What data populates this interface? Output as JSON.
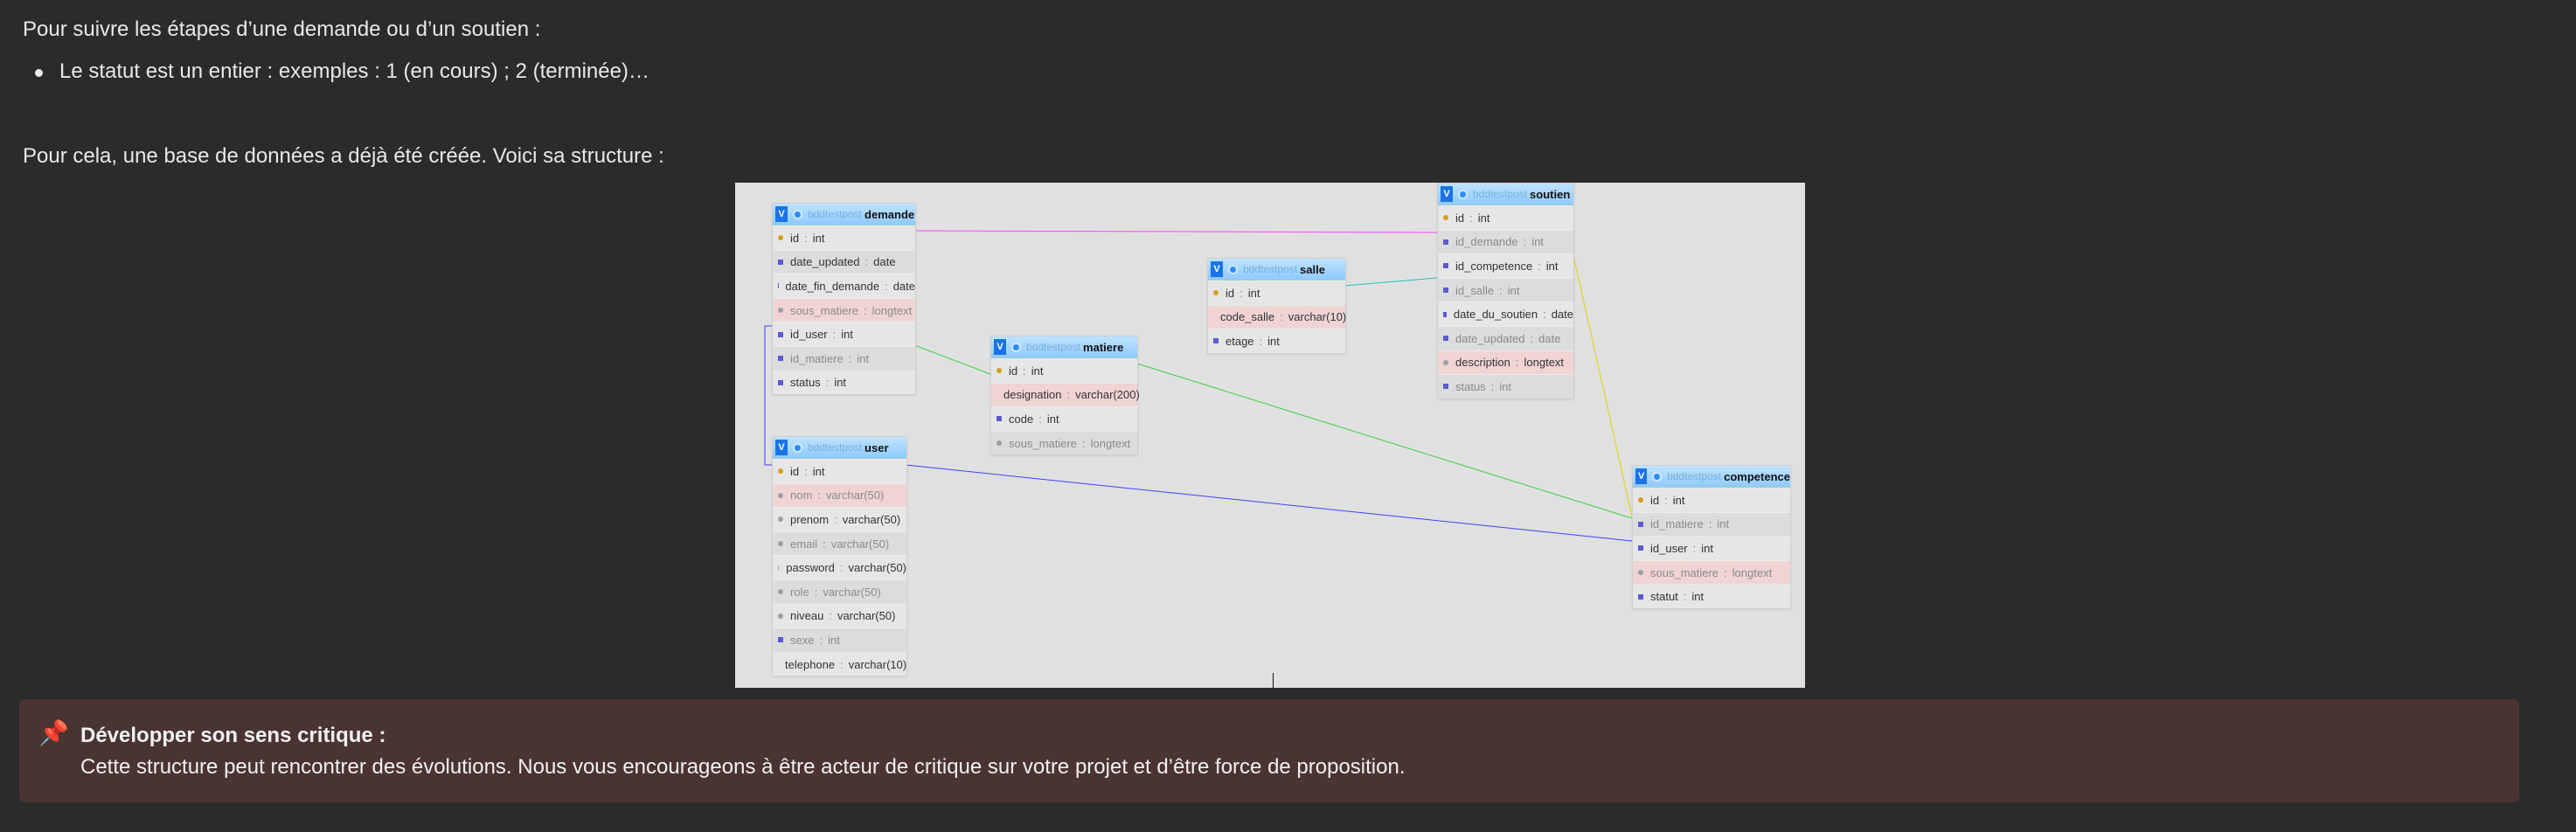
{
  "intro": {
    "p1": "Pour suivre les étapes d’une demande ou d’un soutien :",
    "bullet": "Le statut est un entier : exemples : 1 (en cours) ; 2 (terminée)…",
    "p2": "Pour cela, une base de données a déjà été créée. Voici sa structure :"
  },
  "db_name": "bddtestpost",
  "tables": {
    "demande": {
      "name": "demande",
      "rows": [
        {
          "field": "id",
          "type": "int"
        },
        {
          "field": "date_updated",
          "type": "date"
        },
        {
          "field": "date_fin_demande",
          "type": "date"
        },
        {
          "field": "sous_matiere",
          "type": "longtext"
        },
        {
          "field": "id_user",
          "type": "int"
        },
        {
          "field": "id_matiere",
          "type": "int"
        },
        {
          "field": "status",
          "type": "int"
        }
      ]
    },
    "matiere": {
      "name": "matiere",
      "rows": [
        {
          "field": "id",
          "type": "int"
        },
        {
          "field": "designation",
          "type": "varchar(200)"
        },
        {
          "field": "code",
          "type": "int"
        },
        {
          "field": "sous_matiere",
          "type": "longtext"
        }
      ]
    },
    "salle": {
      "name": "salle",
      "rows": [
        {
          "field": "id",
          "type": "int"
        },
        {
          "field": "code_salle",
          "type": "varchar(10)"
        },
        {
          "field": "etage",
          "type": "int"
        }
      ]
    },
    "soutien": {
      "name": "soutien",
      "rows": [
        {
          "field": "id",
          "type": "int"
        },
        {
          "field": "id_demande",
          "type": "int"
        },
        {
          "field": "id_competence",
          "type": "int"
        },
        {
          "field": "id_salle",
          "type": "int"
        },
        {
          "field": "date_du_soutien",
          "type": "date"
        },
        {
          "field": "date_updated",
          "type": "date"
        },
        {
          "field": "description",
          "type": "longtext"
        },
        {
          "field": "status",
          "type": "int"
        }
      ]
    },
    "user": {
      "name": "user",
      "rows": [
        {
          "field": "id",
          "type": "int"
        },
        {
          "field": "nom",
          "type": "varchar(50)"
        },
        {
          "field": "prenom",
          "type": "varchar(50)"
        },
        {
          "field": "email",
          "type": "varchar(50)"
        },
        {
          "field": "password",
          "type": "varchar(50)"
        },
        {
          "field": "role",
          "type": "varchar(50)"
        },
        {
          "field": "niveau",
          "type": "varchar(50)"
        },
        {
          "field": "sexe",
          "type": "int"
        },
        {
          "field": "telephone",
          "type": "varchar(10)"
        }
      ]
    },
    "competence": {
      "name": "competence",
      "rows": [
        {
          "field": "id",
          "type": "int"
        },
        {
          "field": "id_matiere",
          "type": "int"
        },
        {
          "field": "id_user",
          "type": "int"
        },
        {
          "field": "sous_matiere",
          "type": "longtext"
        },
        {
          "field": "statut",
          "type": "int"
        }
      ]
    }
  },
  "callout": {
    "icon": "pushpin-icon",
    "title": "Développer son sens critique :",
    "text": "Cette structure peut rencontrer des évolutions. Nous vous encourageons à être acteur de critique sur votre projet et d’être force de proposition."
  },
  "colors": {
    "background": "#2b2b2b",
    "callout_bg": "#4a3431",
    "link_demande_soutien": "#ff40ff",
    "link_salle_soutien": "#20c0c0",
    "link_competence_soutien": "#e0d000",
    "link_matiere": "#40d040",
    "link_user": "#4040ff"
  }
}
